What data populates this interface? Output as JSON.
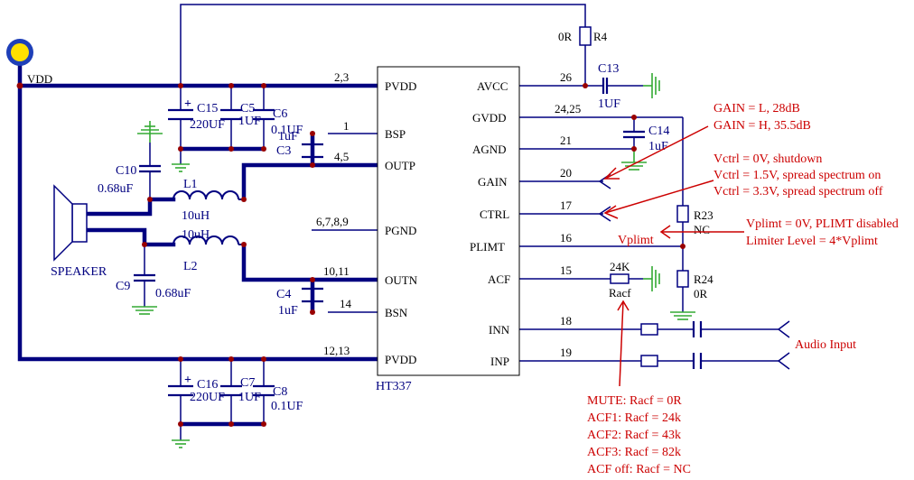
{
  "colors": {
    "wire": "#000080",
    "ground": "#33aa33",
    "note": "#cc0000",
    "node": "#990000",
    "vdd_dot": "#ffe000",
    "vdd_ring": "#1e3fb8"
  },
  "power": {
    "vdd": "VDD"
  },
  "ic": {
    "name": "HT337",
    "left_pins": [
      {
        "num": "2,3",
        "name": "PVDD"
      },
      {
        "num": "1",
        "name": "BSP"
      },
      {
        "num": "4,5",
        "name": "OUTP"
      },
      {
        "num": "6,7,8,9",
        "name": "PGND"
      },
      {
        "num": "10,11",
        "name": "OUTN"
      },
      {
        "num": "14",
        "name": "BSN"
      },
      {
        "num": "12,13",
        "name": "PVDD"
      }
    ],
    "right_pins": [
      {
        "num": "26",
        "name": "AVCC"
      },
      {
        "num": "24,25",
        "name": "GVDD"
      },
      {
        "num": "21",
        "name": "AGND"
      },
      {
        "num": "20",
        "name": "GAIN"
      },
      {
        "num": "17",
        "name": "CTRL"
      },
      {
        "num": "16",
        "name": "PLIMT"
      },
      {
        "num": "15",
        "name": "ACF"
      },
      {
        "num": "18",
        "name": "INN"
      },
      {
        "num": "19",
        "name": "INP"
      }
    ]
  },
  "components": {
    "r4": {
      "ref": "R4",
      "value": "0R"
    },
    "c13": {
      "ref": "C13",
      "value": "1UF"
    },
    "c14": {
      "ref": "C14",
      "value": "1uF"
    },
    "r23": {
      "ref": "R23",
      "value": "NC"
    },
    "r24": {
      "ref": "R24",
      "value": "0R"
    },
    "racf": {
      "ref": "Racf",
      "value": "24K"
    },
    "c15": {
      "ref": "C15",
      "value": "220UF"
    },
    "c5": {
      "ref": "C5",
      "value": "1UF"
    },
    "c6": {
      "ref": "C6",
      "value": "0.1UF"
    },
    "c3": {
      "ref": "C3",
      "value": "1uF"
    },
    "c10": {
      "ref": "C10",
      "value": "0.68uF"
    },
    "c9": {
      "ref": "C9",
      "value": "0.68uF"
    },
    "l1": {
      "ref": "L1",
      "value": "10uH"
    },
    "l2": {
      "ref": "L2",
      "value": "10uH"
    },
    "c4": {
      "ref": "C4",
      "value": "1uF"
    },
    "c16": {
      "ref": "C16",
      "value": "220UF"
    },
    "c7": {
      "ref": "C7",
      "value": "1UF"
    },
    "c8": {
      "ref": "C8",
      "value": "0.1UF"
    },
    "speaker": {
      "label": "SPEAKER"
    }
  },
  "notes": {
    "gain": [
      "GAIN = L, 28dB",
      "GAIN = H, 35.5dB"
    ],
    "ctrl": [
      "Vctrl = 0V, shutdown",
      "Vctrl = 1.5V, spread spectrum on",
      "Vctrl = 3.3V, spread spectrum off"
    ],
    "vplimt_label": "Vplimt",
    "plimt": [
      "Vplimt = 0V, PLIMT disabled",
      "Limiter Level = 4*Vplimt"
    ],
    "audio_input": "Audio Input",
    "acf": [
      "MUTE: Racf = 0R",
      "ACF1: Racf = 24k",
      "ACF2: Racf = 43k",
      "ACF3: Racf = 82k",
      "ACF off: Racf = NC"
    ]
  }
}
